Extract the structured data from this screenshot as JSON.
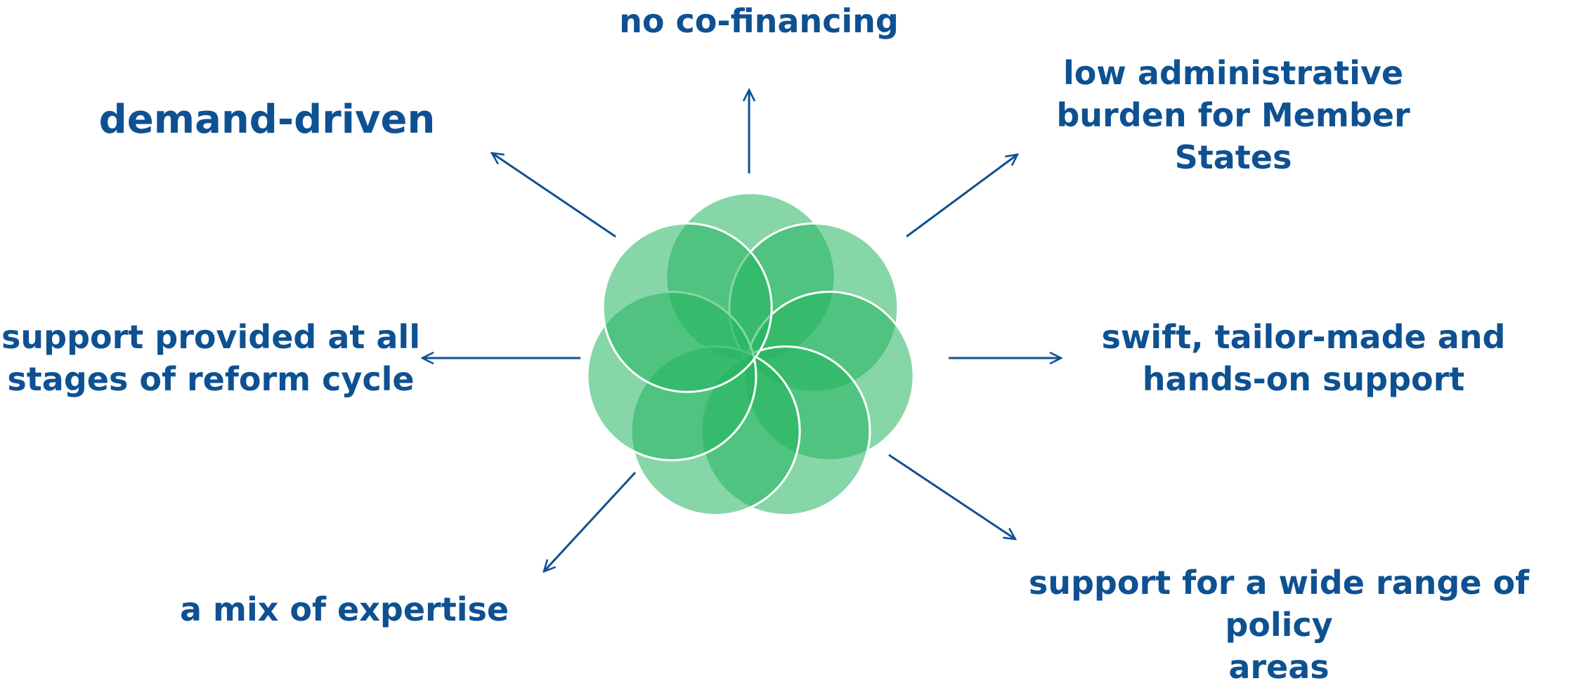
{
  "colors": {
    "text": "#0e5192",
    "arrow": "#0e5192",
    "petal_fill": "#22b45e",
    "petal_outline": "#ffffff"
  },
  "diagram": {
    "type": "flower-with-arrows",
    "center_icon": "green-flower-of-overlapping-circles",
    "petal_count": 7,
    "features": [
      {
        "id": "no-co-financing",
        "text": "no co-financing"
      },
      {
        "id": "low-admin-burden",
        "text": "low administrative\nburden for Member\nStates"
      },
      {
        "id": "swift-support",
        "text": "swift, tailor-made and\nhands-on support"
      },
      {
        "id": "wide-range",
        "text": "support for a wide range of policy\nareas"
      },
      {
        "id": "mix-of-expertise",
        "text": "a mix of expertise"
      },
      {
        "id": "all-stages",
        "text": "support provided at all\nstages of reform cycle"
      },
      {
        "id": "demand-driven",
        "text": "demand-driven"
      }
    ]
  }
}
